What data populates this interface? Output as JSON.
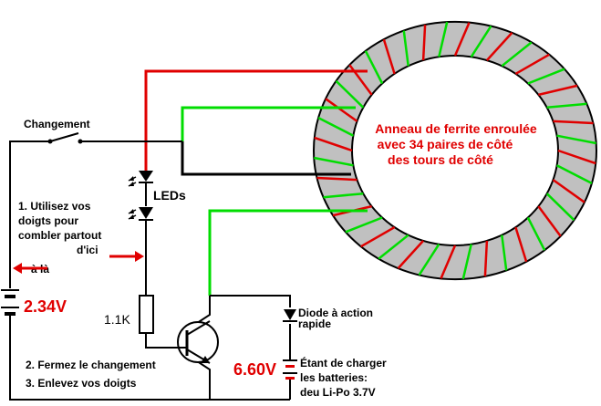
{
  "labels": {
    "switch": "Changement",
    "leds": "LEDs",
    "step1_line1": "1. Utilisez vos",
    "step1_line2": "doigts pour",
    "step1_line3": "combler partout",
    "from_here": "d'ici",
    "to_there": "à là",
    "step2": "2. Fermez le changement",
    "step3": "3. Enlevez vos doigts",
    "resistor": "1.1K",
    "diode_line1": "Diode à action",
    "diode_line2": "rapide",
    "charging_line1": "Étant de charger",
    "charging_line2": "les batteries:",
    "charging_line3": "deu Li-Po 3.7V",
    "ring_line1": "Anneau de ferrite enroulée",
    "ring_line2": "avec 34 paires de côté",
    "ring_line3": "des tours de  côté"
  },
  "values": {
    "left_battery_voltage": "2.34V",
    "right_battery_voltage": "6.60V"
  },
  "colors": {
    "wire": "#000000",
    "primary_winding": "#e00000",
    "secondary_winding": "#00dd00",
    "ferrite": "#c0c0c0",
    "annotation": "#e00000"
  }
}
